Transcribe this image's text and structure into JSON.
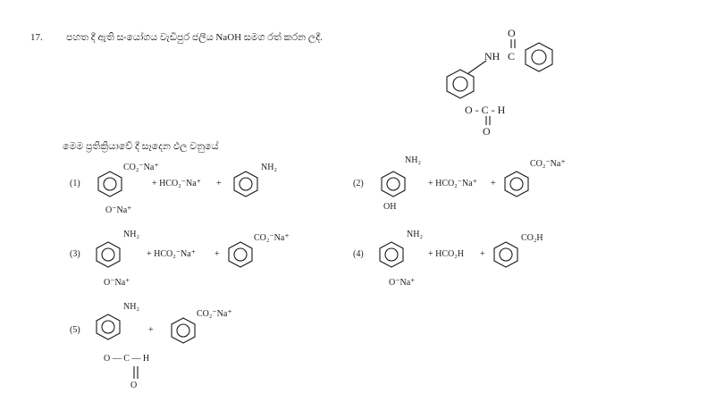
{
  "question": {
    "number": "17.",
    "stem": "පහත දී ඇති සංයෝගය වැඩිපුර ජලීය NaOH සමග රත් කරන ලදී.",
    "sub_prompt": "මෙම ප්‍රතික්‍රියාවේ දී සෑදෙන ඵල වනුයේ"
  },
  "compound": {
    "c": "C",
    "o_top": "O",
    "nh": "NH",
    "ester": "O - C - H",
    "o_bottom": "O"
  },
  "options": [
    {
      "label": "(1)"
    },
    {
      "label": "(2)"
    },
    {
      "label": "(3)"
    },
    {
      "label": "(4)"
    },
    {
      "label": "(5)"
    }
  ],
  "chem": {
    "co2na": "CO₂⁻Na⁺",
    "co2h": "CO₂H",
    "hco2na": "+ HCO₂⁻Na⁺",
    "hco2h": "+ HCO₂H",
    "nh2": "NH₂",
    "ona": "O⁻Na⁺",
    "oh": "OH",
    "plus": "+",
    "ester_chain": "O — C — H",
    "carbonyl_o": "O"
  }
}
